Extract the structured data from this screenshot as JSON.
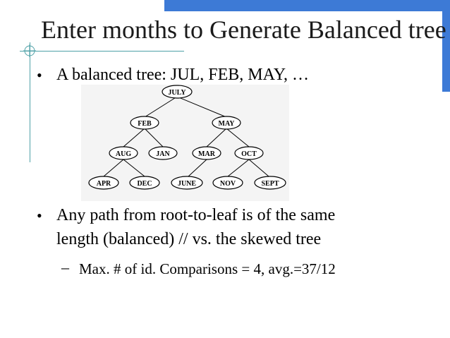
{
  "slide": {
    "title": "Enter months to Generate Balanced tree",
    "bullet1": "A balanced tree: JUL, FEB, MAY, …",
    "bullet2_line1": "Any path from root-to-leaf is of the same",
    "bullet2_line2": "length (balanced) // vs. the skewed tree",
    "sub_bullet": "Max. # of id. Comparisons = 4, avg.=37/12"
  },
  "tree": {
    "root": "JULY",
    "level1": [
      "FEB",
      "MAY"
    ],
    "level2": [
      "AUG",
      "JAN",
      "MAR",
      "OCT"
    ],
    "level3": [
      "APR",
      "DEC",
      "JUNE",
      "NOV",
      "SEPT"
    ]
  },
  "colors": {
    "accent": "#3d7ad6",
    "rule": "#4fa1a7"
  }
}
